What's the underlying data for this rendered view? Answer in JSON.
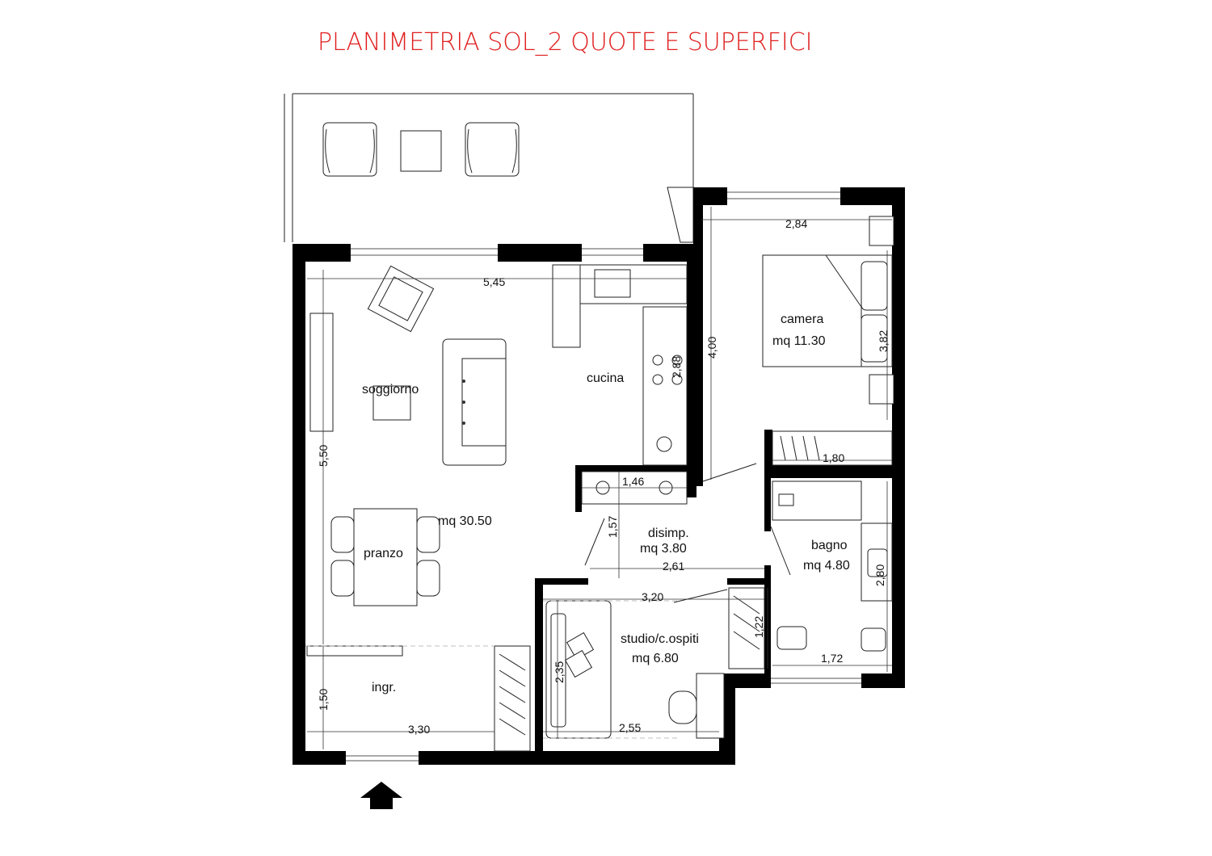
{
  "title": "PLANIMETRIA SOL_2 QUOTE E SUPERFICI",
  "colors": {
    "title": "#e02020",
    "wall": "#000000",
    "line": "#222222"
  },
  "rooms": {
    "soggiorno": "soggiorno",
    "cucina": "cucina",
    "living_area": "mq 30.50",
    "pranzo": "pranzo",
    "ingresso": "ingr.",
    "camera": "camera",
    "camera_area": "mq 11.30",
    "disimpegno": "disimp.",
    "disimpegno_area": "mq 3.80",
    "bagno": "bagno",
    "bagno_area": "mq 4.80",
    "studio": "studio/c.ospiti",
    "studio_area": "mq 6.80"
  },
  "dimensions": {
    "living_width": "5,45",
    "living_depth": "5,50",
    "kitchen_counter": "2,88",
    "storage_width": "1,46",
    "hall_depth": "1,57",
    "hall_width": "2,61",
    "bedroom_width": "2,84",
    "bedroom_depth": "4,00",
    "bed_side": "3,82",
    "wardrobe": "1,80",
    "bath_depth": "2,80",
    "bath_width": "1,72",
    "studio_wardrobe": "1,22",
    "studio_width": "3,20",
    "studio_depth": "2,35",
    "studio_inner": "2,55",
    "entry_width": "3,30",
    "entry_depth": "1,50"
  },
  "icons": {
    "entrance_arrow": "entrance-arrow-icon"
  }
}
